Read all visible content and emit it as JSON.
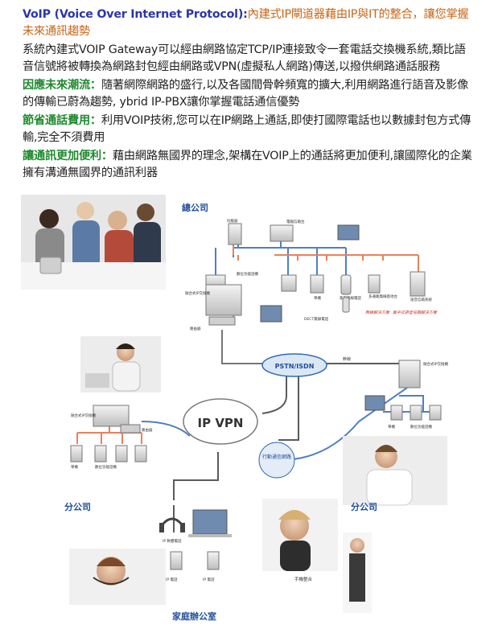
{
  "intro": {
    "title_en": "VoIP (Voice Over Internet Protocol):",
    "title_zh": "內建式IP閘道器藉由IP與IT的整合，讓您掌握未來通訊趨勢",
    "body": "系統內建式VOIP Gateway可以經由網路協定TCP/IP連接致令一套電話交換機系統,類比語音信號將被轉換為網路封包經由網路或VPN(虛擬私人網路)傳送,以撥供網路通話服務"
  },
  "points": [
    {
      "label": "因應未來潮流：",
      "text": "隨著網際網路的盛行,以及各國間骨幹頻寬的擴大,利用網路進行語音及影像的傳輸已蔚為趨勢, ybrid IP-PBX讓你掌握電話通信優勢"
    },
    {
      "label": "節省通話費用：",
      "text": "利用VOIP技術,您可以在IP網路上通話,即使打國際電話也以數據封包方式傳輸,完全不須費用"
    },
    {
      "label": "讓通訊更加便利：",
      "text": "藉由網路無國界的理念,架構在VOIP上的通話將更加便利,讓國際化的企業擁有溝通無國界的通訊利器"
    }
  ],
  "diagram": {
    "hq": "總公司",
    "branch_left": "分公司",
    "branch_right": "分公司",
    "home": "家庭辦公室",
    "ip_vpn": "IP VPN",
    "pstn": "PSTN/ISDN",
    "mobile_net": "行動通信網路",
    "trunk": "幹線",
    "hq_devices": {
      "server": "伺服器",
      "voicemail": "電腦信箱台",
      "digital_phone": "數位功能話機",
      "pbx": "融合式IP交換機",
      "ip_phone": "單機",
      "cordless": "家用無線電話",
      "multi_base": "多通路無線基地台",
      "voice_box": "語音信箱系統",
      "dect": "DECT無線電話",
      "router": "路由器",
      "wireless_solution": "無線解決方案",
      "voice_solution": "集中式語音信箱解決方案"
    },
    "branch_devices": {
      "pbx": "融合式IP交換機",
      "router": "路由器",
      "single": "單機",
      "digital": "數位功能話機"
    },
    "right_devices": {
      "pbx": "融合式IP交換機",
      "single": "單機",
      "digital": "數位功能話機"
    },
    "home_devices": {
      "softphone": "IP 軟體電話",
      "ip_phone_1": "IP 電話",
      "ip_phone_2": "IP 電話"
    },
    "mobile_label": "手機整合"
  }
}
